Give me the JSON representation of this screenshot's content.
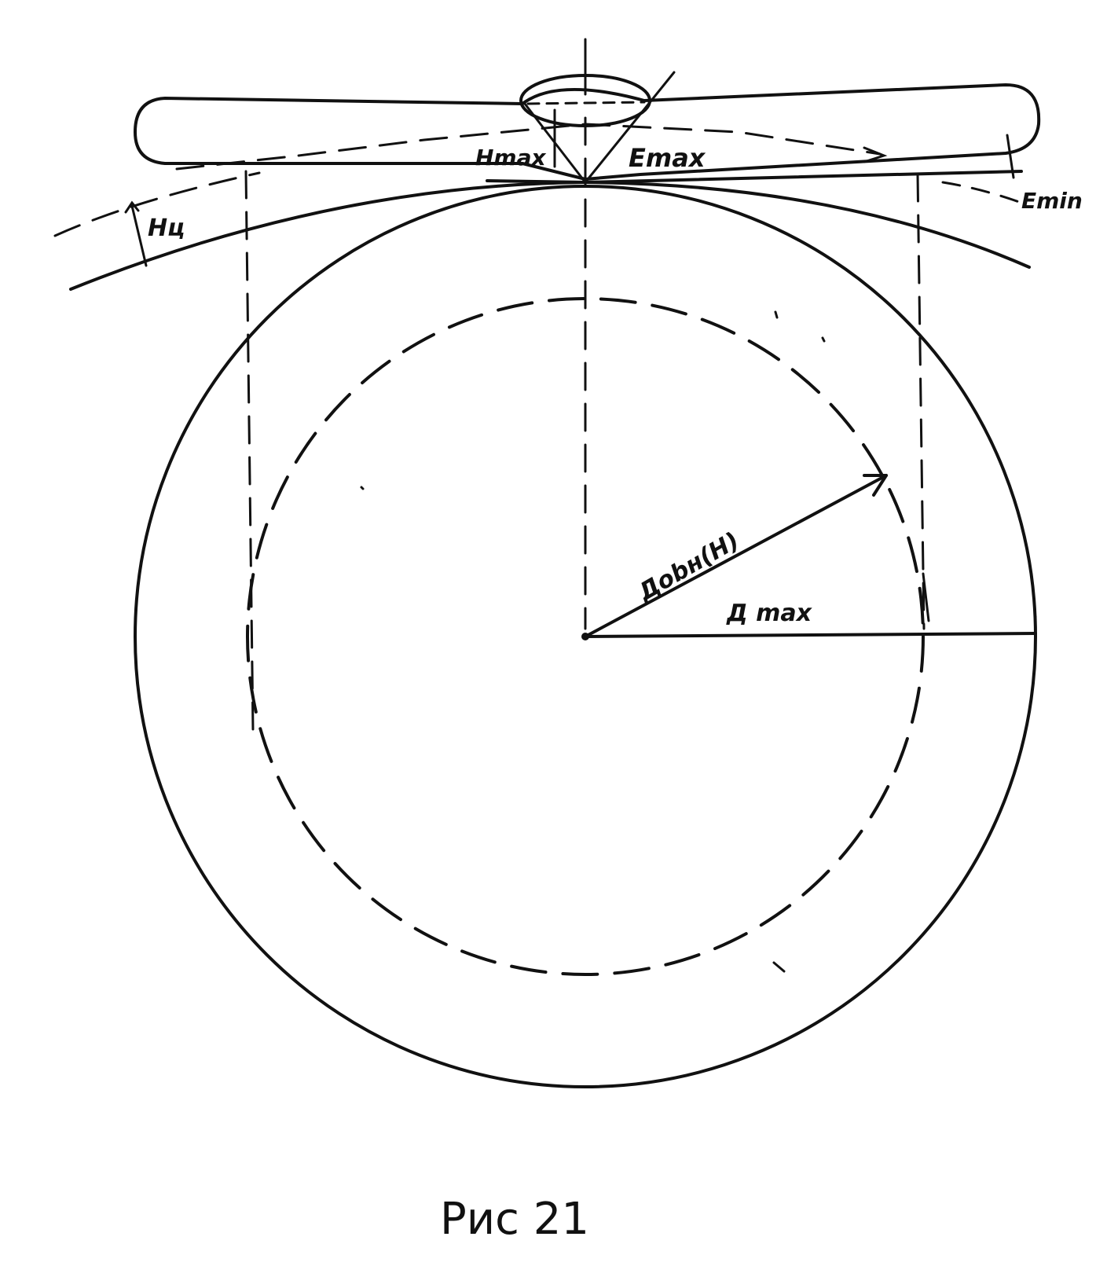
{
  "labels": {
    "h_max": "Hmax",
    "eps_max": "Emax",
    "eps_min": "Emin",
    "h_c": "Hц",
    "d_obn": "Дobн(H)",
    "d_max": "Д max"
  },
  "caption": "Рис 21"
}
